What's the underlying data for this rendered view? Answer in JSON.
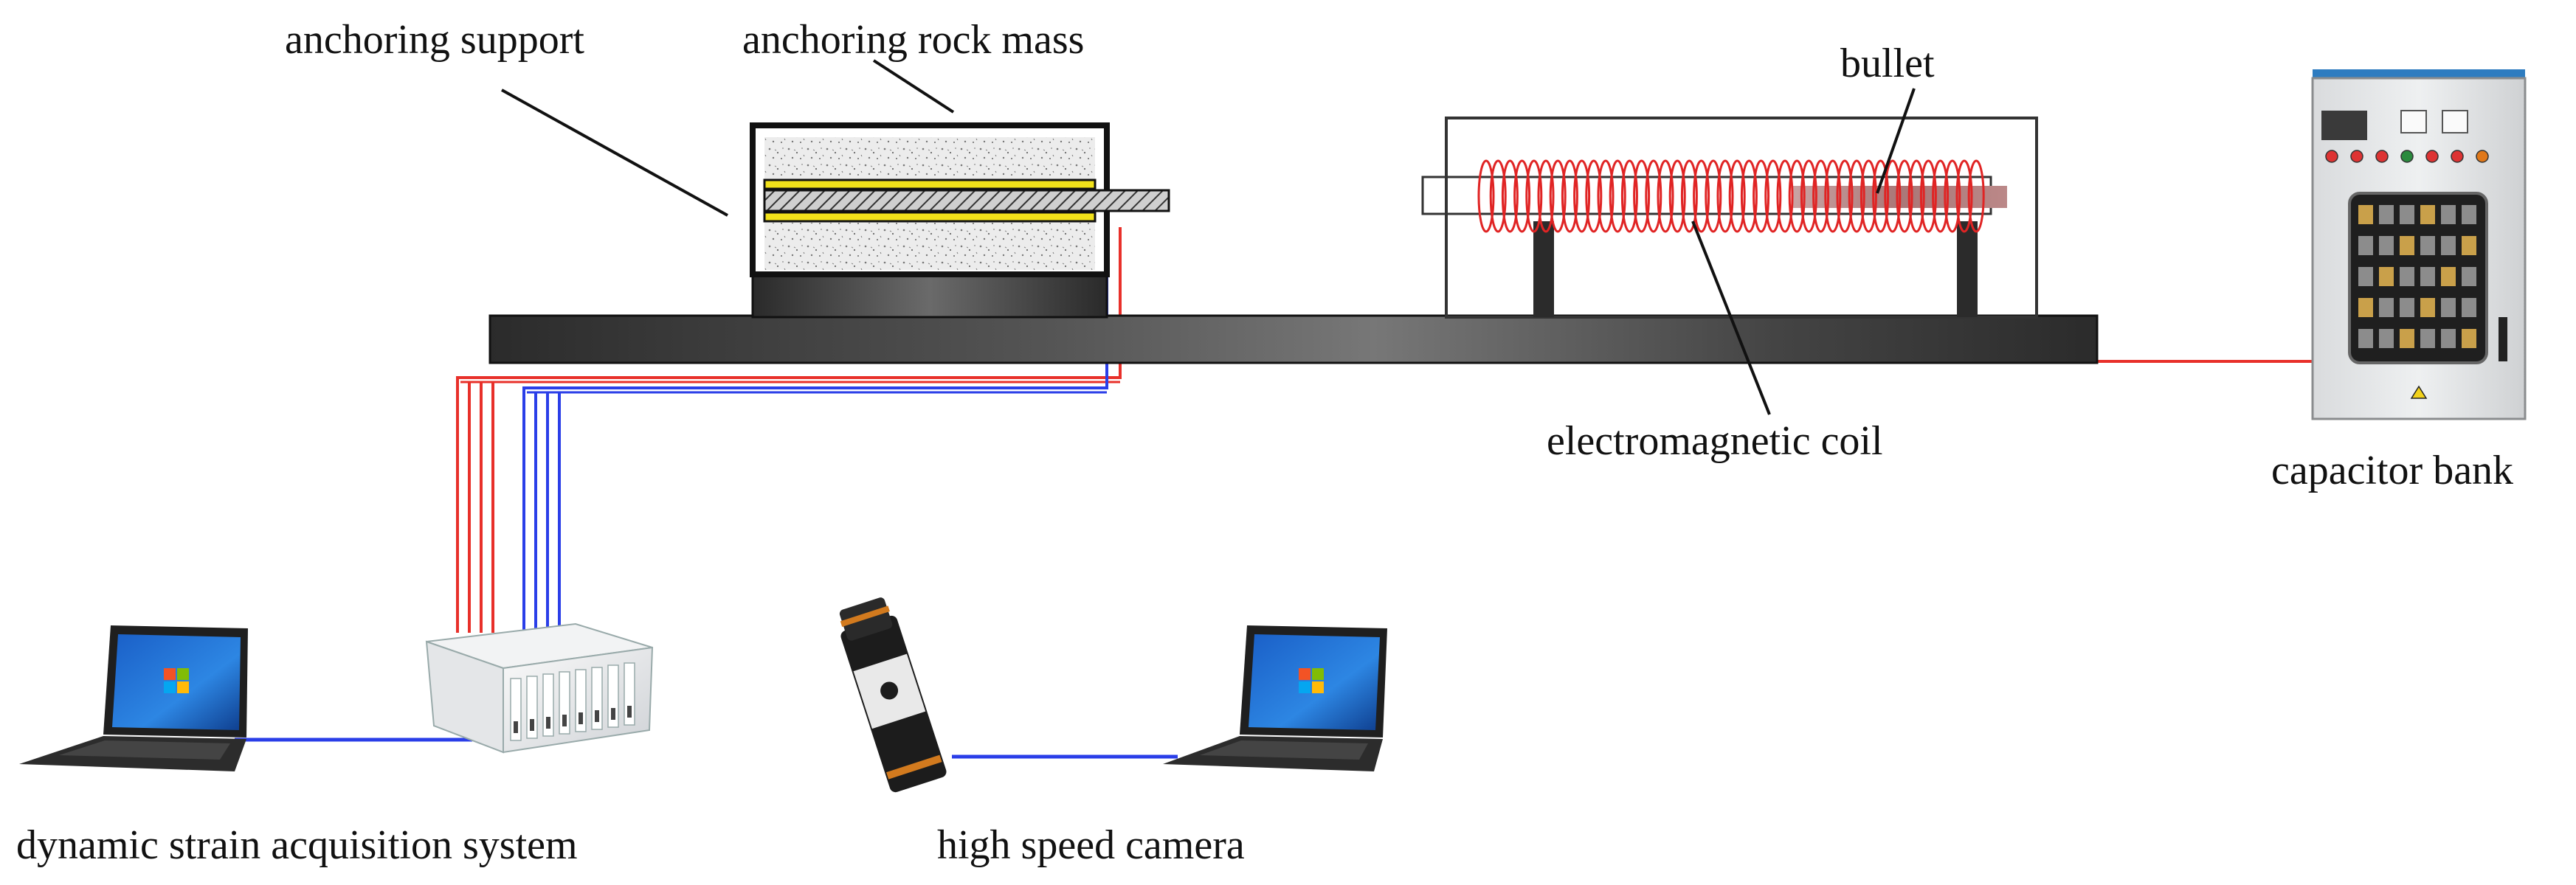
{
  "labels": {
    "anchoring_support": "anchoring support",
    "anchoring_rock_mass": "anchoring rock mass",
    "bullet": "bullet",
    "electromagnetic_coil": "electromagnetic coil",
    "capacitor_bank": "capacitor bank",
    "dynamic_strain_acquisition_system": "dynamic strain acquisition system",
    "high_speed_camera": "high speed camera"
  },
  "colors": {
    "signal_red": "#e8302a",
    "signal_blue": "#2a3ee8",
    "coil_red": "#e02424",
    "bolt_yellow": "#f2e21a",
    "platform_dark": "#3a3a3a",
    "cabinet_frame": "#2e7cc0"
  },
  "icons": {
    "laptop_left": "laptop-icon",
    "laptop_right": "laptop-icon",
    "acquisition_unit": "strain-acquisition-unit-icon",
    "camera": "high-speed-camera-icon",
    "cabinet": "capacitor-cabinet-icon"
  }
}
